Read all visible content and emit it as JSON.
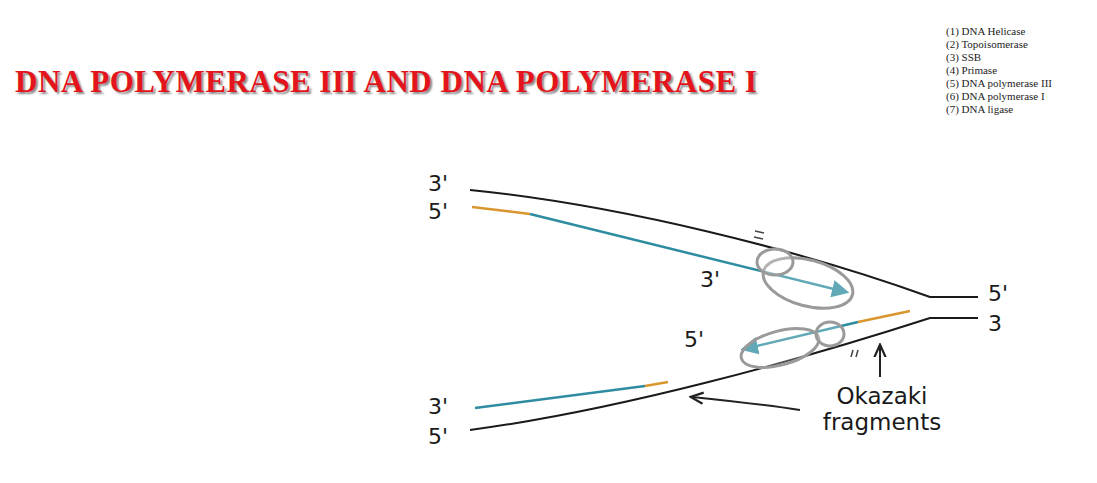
{
  "diagram": {
    "title": "DNA POLYMERASE III AND DNA POLYMERASE I",
    "labels": [
      "(1) DNA Helicase",
      "(2) Topoisomerase",
      "(3) SSB",
      "(4) Primase",
      "(5) DNA polymerase III",
      "(6) DNA polymerase I",
      "(7) DNA ligase",
      "3'",
      "5'",
      "3'",
      "5'",
      "3",
      "5'",
      "Okazaki fragments",
      "3'",
      "5'"
    ]
  }
}
